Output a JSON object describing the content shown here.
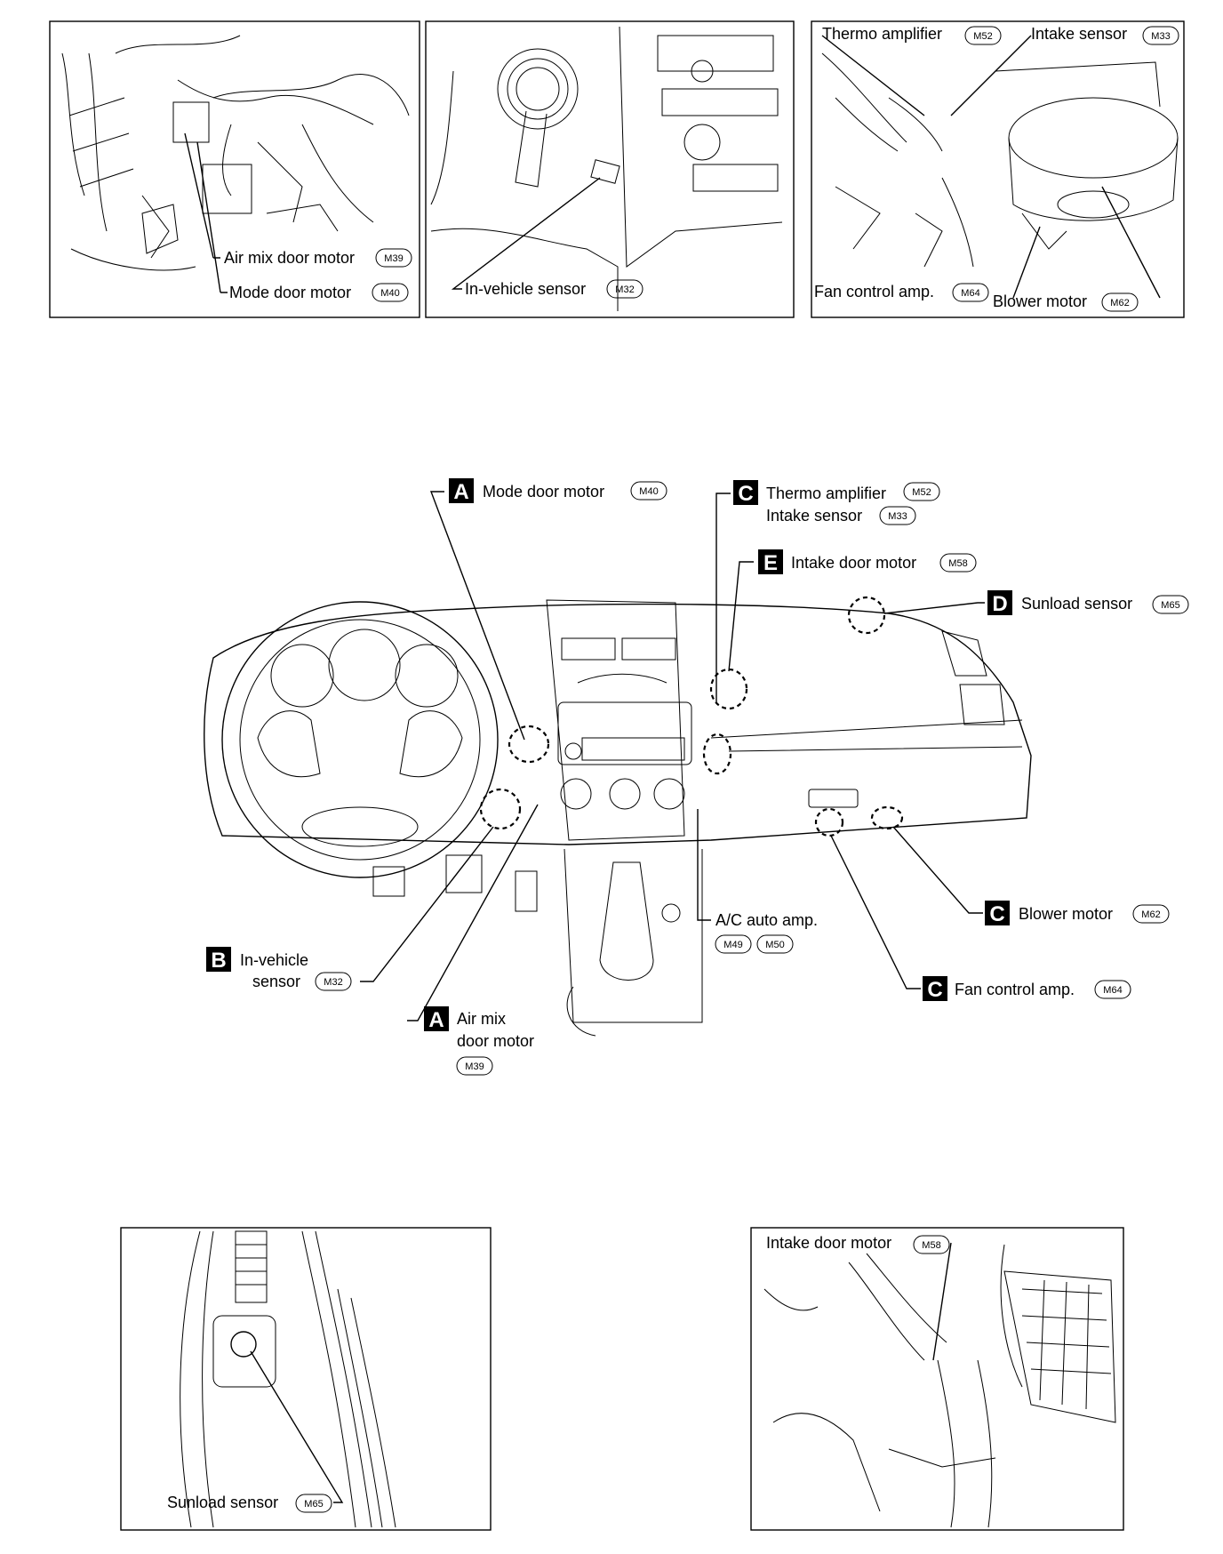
{
  "top_panels": {
    "panel1": {
      "air_mix_label": "Air mix door motor",
      "air_mix_ref": "M39",
      "mode_door_label": "Mode door motor",
      "mode_door_ref": "M40"
    },
    "panel2": {
      "in_vehicle_label": "In-vehicle sensor",
      "in_vehicle_ref": "M32"
    },
    "panel3": {
      "thermo_label": "Thermo amplifier",
      "thermo_ref": "M52",
      "intake_sensor_label": "Intake sensor",
      "intake_sensor_ref": "M33",
      "fan_control_label": "Fan control amp.",
      "fan_control_ref": "M64",
      "blower_label": "Blower motor",
      "blower_ref": "M62"
    }
  },
  "main": {
    "a_mode": {
      "letter": "A",
      "label": "Mode door motor",
      "ref": "M40"
    },
    "c_thermo": {
      "letter": "C",
      "label1": "Thermo amplifier",
      "ref1": "M52",
      "label2": "Intake sensor",
      "ref2": "M33"
    },
    "e_intake_door": {
      "letter": "E",
      "label": "Intake door motor",
      "ref": "M58"
    },
    "d_sunload": {
      "letter": "D",
      "label": "Sunload sensor",
      "ref": "M65"
    },
    "c_blower": {
      "letter": "C",
      "label": "Blower motor",
      "ref": "M62"
    },
    "ac_auto": {
      "label": "A/C auto amp.",
      "ref1": "M49",
      "ref2": "M50"
    },
    "c_fan": {
      "letter": "C",
      "label": "Fan control amp.",
      "ref": "M64"
    },
    "b_in_vehicle": {
      "letter": "B",
      "label1": "In-vehicle",
      "label2": "sensor",
      "ref": "M32"
    },
    "a_air_mix": {
      "letter": "A",
      "label1": "Air mix",
      "label2": "door motor",
      "ref": "M39"
    }
  },
  "bottom_panels": {
    "panel_d": {
      "label": "Sunload sensor",
      "ref": "M65"
    },
    "panel_e": {
      "label": "Intake door motor",
      "ref": "M58"
    }
  }
}
